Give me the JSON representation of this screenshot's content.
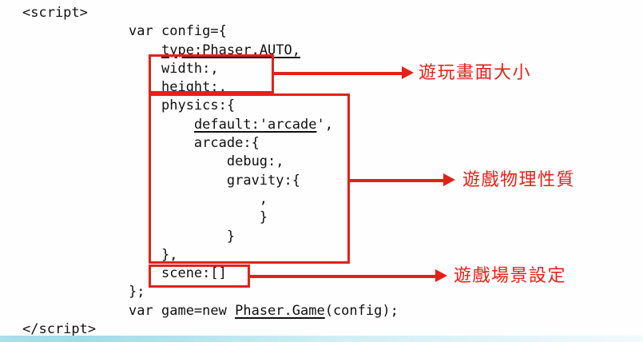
{
  "colors": {
    "accent_red": "#e32119",
    "code_color": "#101010",
    "strip_blue": "#9edce9"
  },
  "code": {
    "lines": [
      {
        "segments": [
          {
            "text": "<script>",
            "underline": false
          }
        ]
      },
      {
        "segments": [
          {
            "text": "             var config={",
            "underline": false
          }
        ]
      },
      {
        "segments": [
          {
            "text": "                 ",
            "underline": false
          },
          {
            "text": "type:Phaser.AUTO,",
            "underline": true
          }
        ]
      },
      {
        "segments": [
          {
            "text": "                 width:,",
            "underline": false
          }
        ]
      },
      {
        "segments": [
          {
            "text": "                 height:,",
            "underline": false
          }
        ]
      },
      {
        "segments": [
          {
            "text": "                 physics:{",
            "underline": false
          }
        ]
      },
      {
        "segments": [
          {
            "text": "                     ",
            "underline": false
          },
          {
            "text": "default:'arcade",
            "underline": true
          },
          {
            "text": "',",
            "underline": false
          }
        ]
      },
      {
        "segments": [
          {
            "text": "                     arcade:{",
            "underline": false
          }
        ]
      },
      {
        "segments": [
          {
            "text": "                         debug:,",
            "underline": false
          }
        ]
      },
      {
        "segments": [
          {
            "text": "                         gravity:{",
            "underline": false
          }
        ]
      },
      {
        "segments": [
          {
            "text": "                             ,",
            "underline": false
          }
        ]
      },
      {
        "segments": [
          {
            "text": "                             }",
            "underline": false
          }
        ]
      },
      {
        "segments": [
          {
            "text": "                         }",
            "underline": false
          }
        ]
      },
      {
        "segments": [
          {
            "text": "                 },",
            "underline": false
          }
        ]
      },
      {
        "segments": [
          {
            "text": "                 scene:[]",
            "underline": false
          }
        ]
      },
      {
        "segments": [
          {
            "text": "             };",
            "underline": false
          }
        ]
      },
      {
        "segments": [
          {
            "text": "             var game=new ",
            "underline": false
          },
          {
            "text": "Phaser.Game",
            "underline": true
          },
          {
            "text": "(config);",
            "underline": false
          }
        ]
      },
      {
        "segments": [
          {
            "text": "</script>",
            "underline": false
          }
        ]
      }
    ]
  },
  "annotations": [
    {
      "label": "遊玩畫面大小"
    },
    {
      "label": "遊戲物理性質"
    },
    {
      "label": "遊戲場景設定"
    }
  ]
}
